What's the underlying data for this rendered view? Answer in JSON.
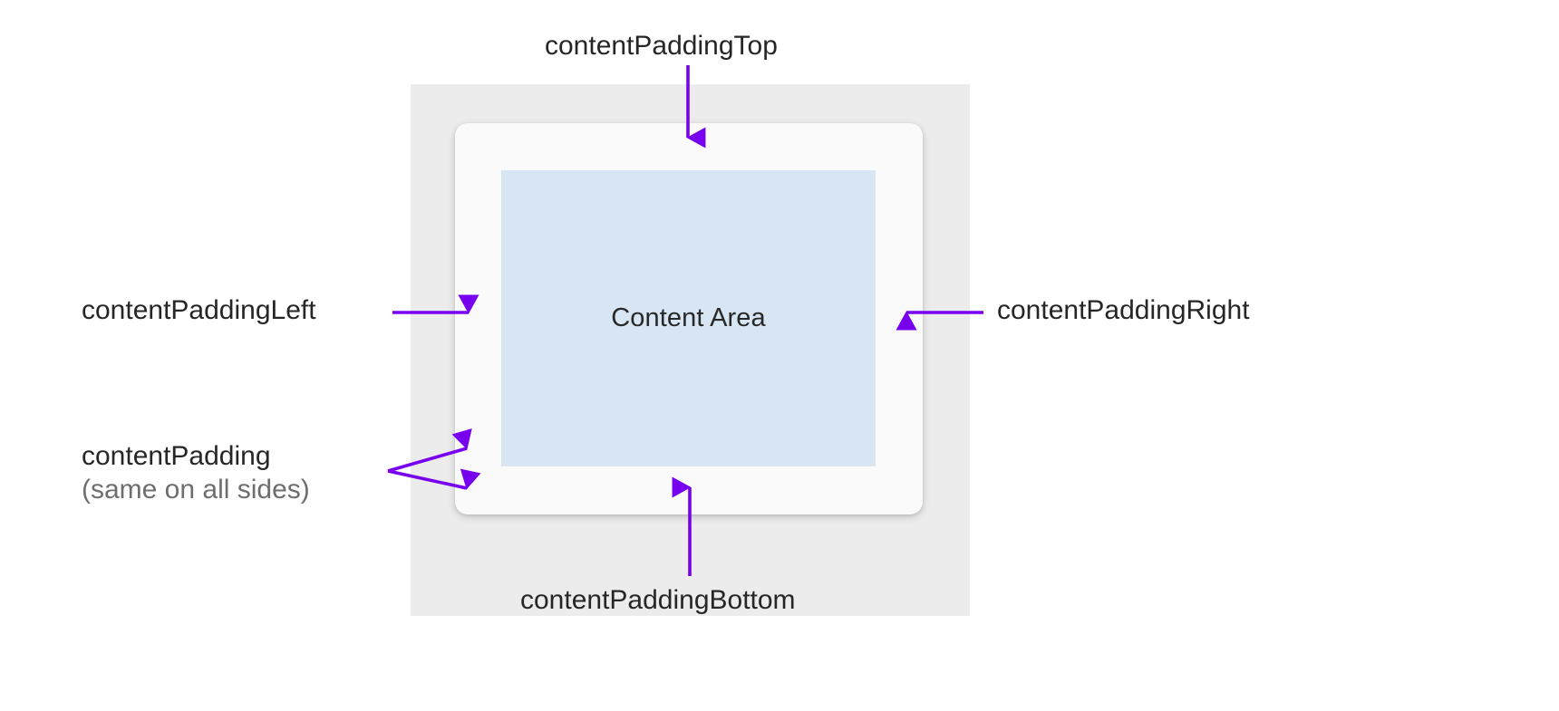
{
  "diagram": {
    "title": "Content padding anatomy diagram",
    "colors": {
      "arrow": "#7700ee",
      "outer_box": "#ececec",
      "card": "#fafafa",
      "content_area": "#d8e6f3",
      "text": "#262626",
      "text_muted": "#6e6e6e"
    },
    "boxes": {
      "content_area_label": "Content Area"
    },
    "labels": {
      "top": "contentPaddingTop",
      "left": "contentPaddingLeft",
      "right": "contentPaddingRight",
      "bottom": "contentPaddingBottom",
      "all_sides_main": "contentPadding",
      "all_sides_sub": "(same on all sides)"
    }
  }
}
